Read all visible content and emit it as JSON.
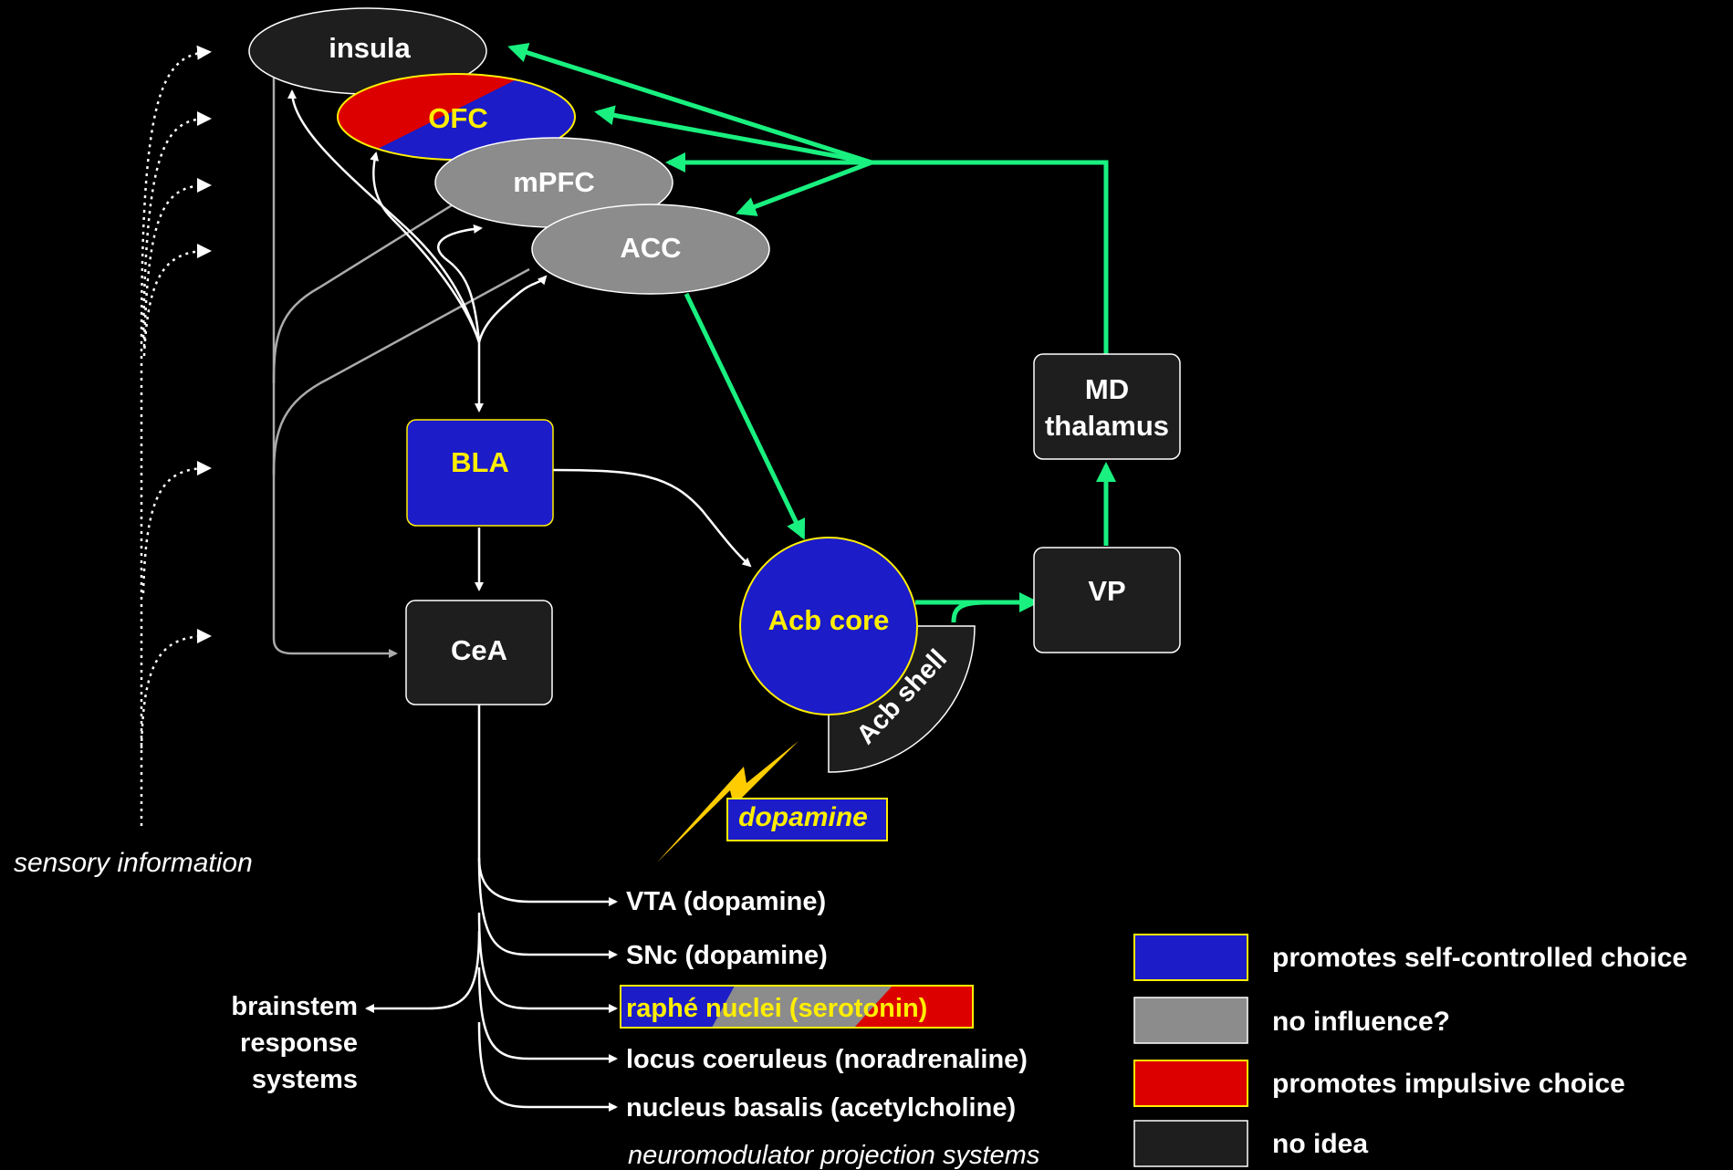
{
  "nodes": {
    "insula": "insula",
    "ofc": "OFC",
    "mpfc": "mPFC",
    "acc": "ACC",
    "bla": "BLA",
    "cea": "CeA",
    "acb_core": "Acb core",
    "acb_shell": "Acb shell",
    "vp": "VP",
    "md_line1": "MD",
    "md_line2": "thalamus",
    "dopamine": "dopamine"
  },
  "sensory_label": "sensory information",
  "brainstem": [
    "brainstem",
    "response",
    "systems"
  ],
  "projections": [
    "VTA (dopamine)",
    "SNc (dopamine)",
    "raphé nuclei (serotonin)",
    "locus coeruleus (noradrenaline)",
    "nucleus basalis (acetylcholine)"
  ],
  "projections_caption": "neuromodulator projection systems",
  "legend": [
    {
      "label": "promotes self-controlled choice",
      "color": "#1c1cc8"
    },
    {
      "label": "no influence?",
      "color": "#8c8c8c"
    },
    {
      "label": "promotes impulsive choice",
      "color": "#dd0000"
    },
    {
      "label": "no idea",
      "color": "#1e1e1e"
    }
  ],
  "colors": {
    "blue": "#1c1cc8",
    "gray": "#8c8c8c",
    "red": "#dd0000",
    "dark": "#1e1e1e",
    "green_arrow": "#19f07f",
    "yellow_text": "#ffee00"
  }
}
